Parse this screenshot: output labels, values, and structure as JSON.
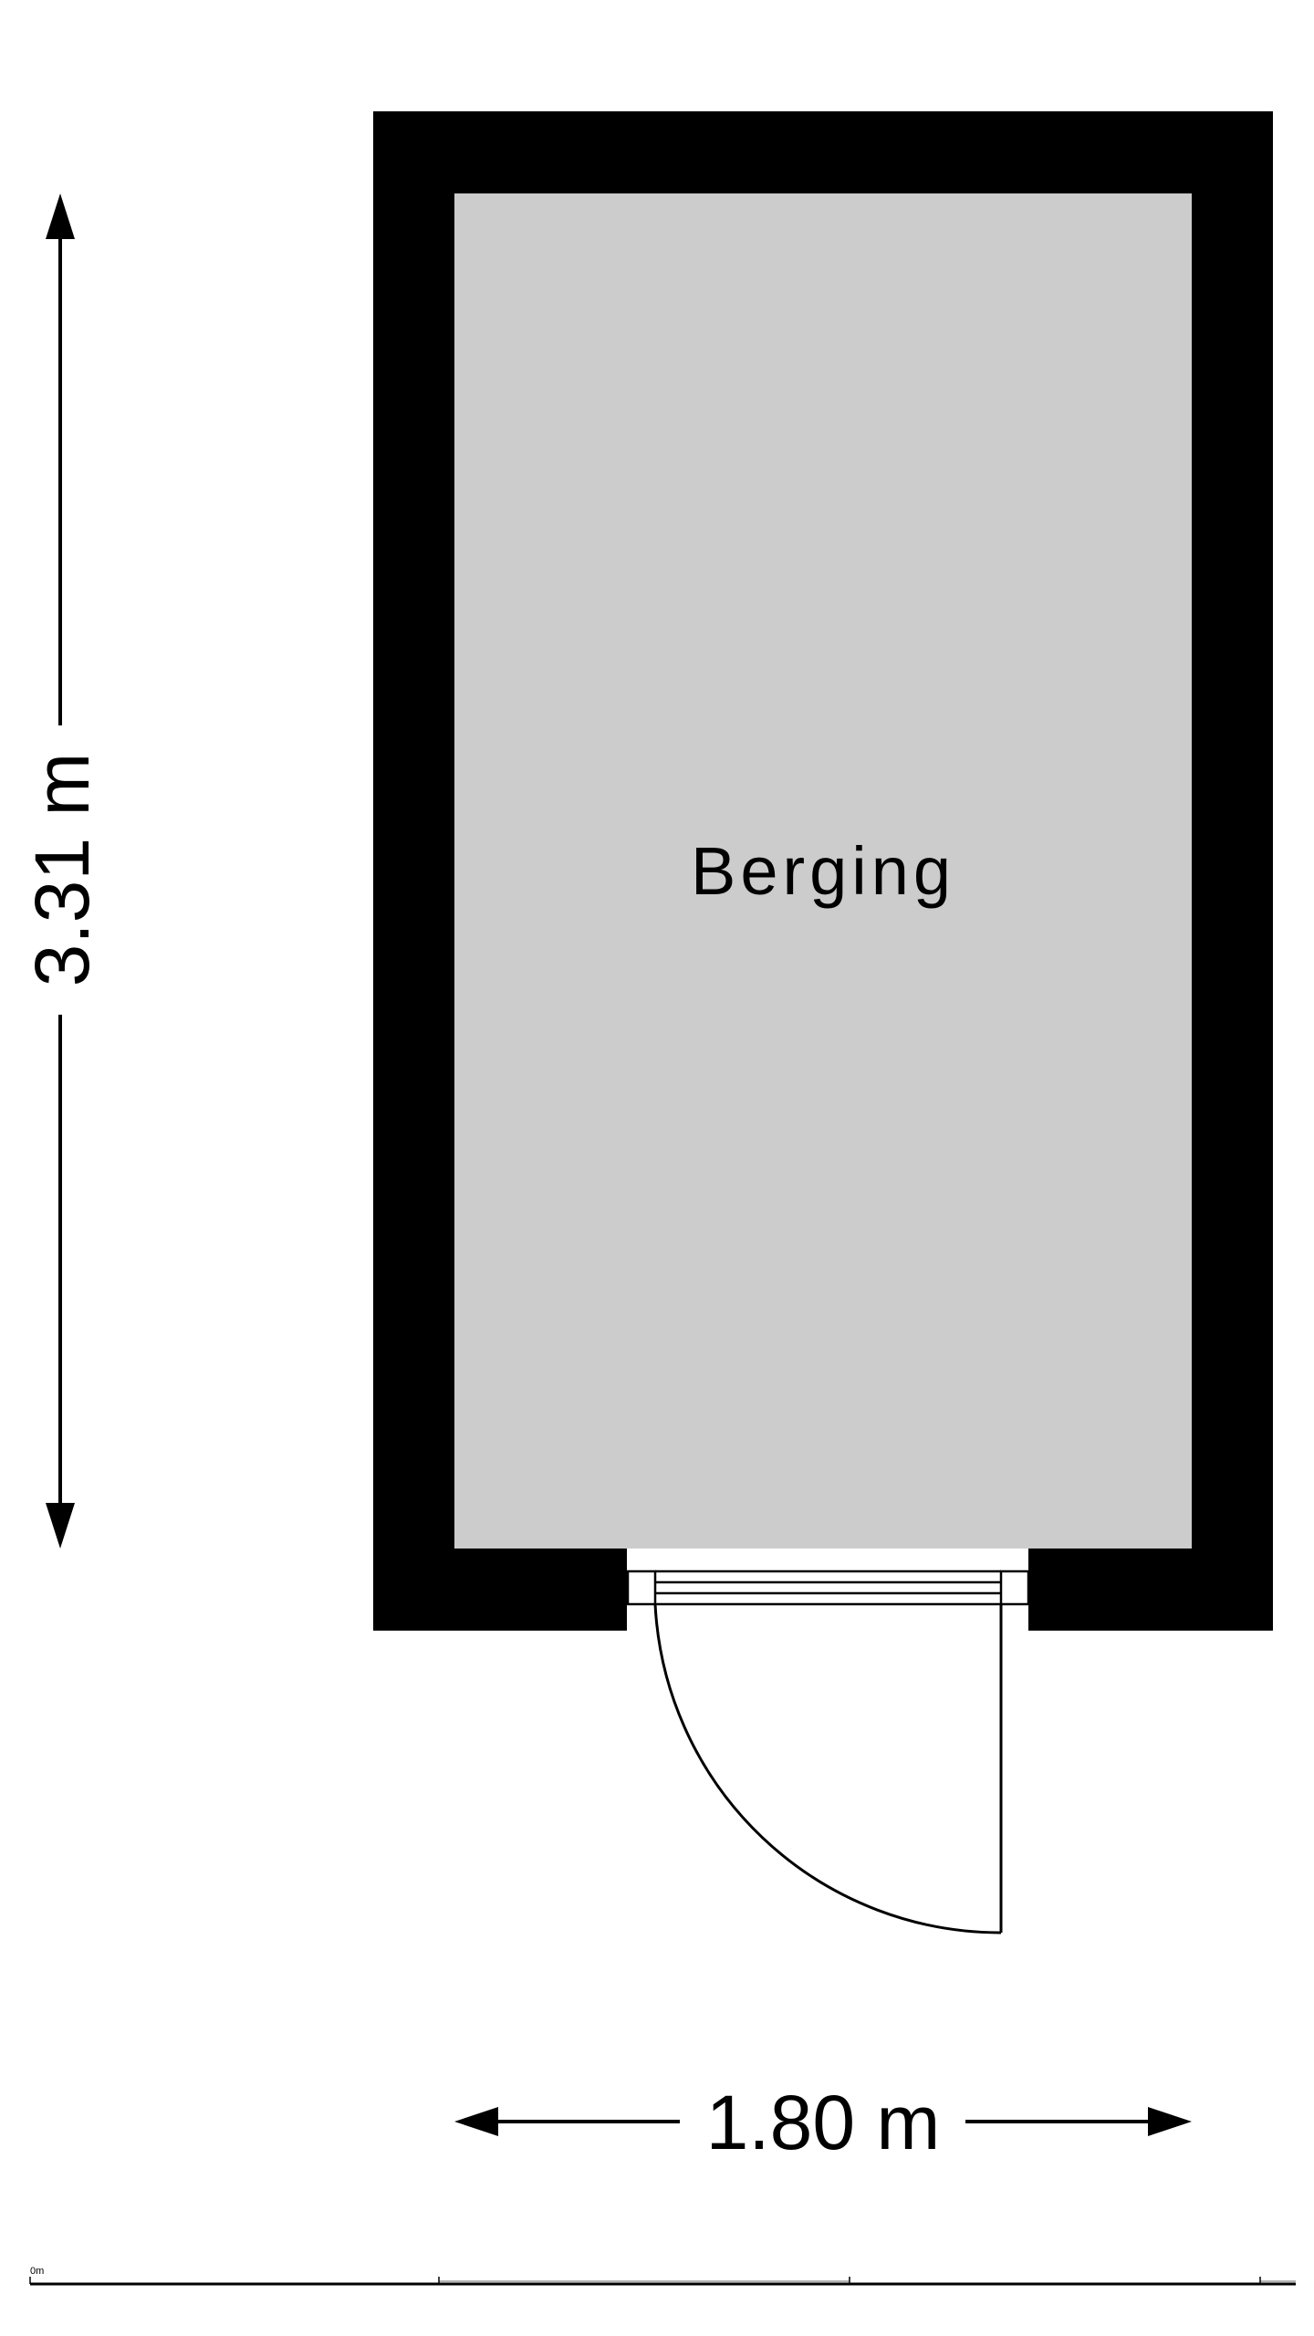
{
  "room": {
    "name": "Berging",
    "floor_color": "#cccccc",
    "wall_color": "#000000"
  },
  "dimensions": {
    "height_label": "3.31 m",
    "width_label": "1.80 m"
  },
  "scale_bar": {
    "start_label": "0m"
  }
}
